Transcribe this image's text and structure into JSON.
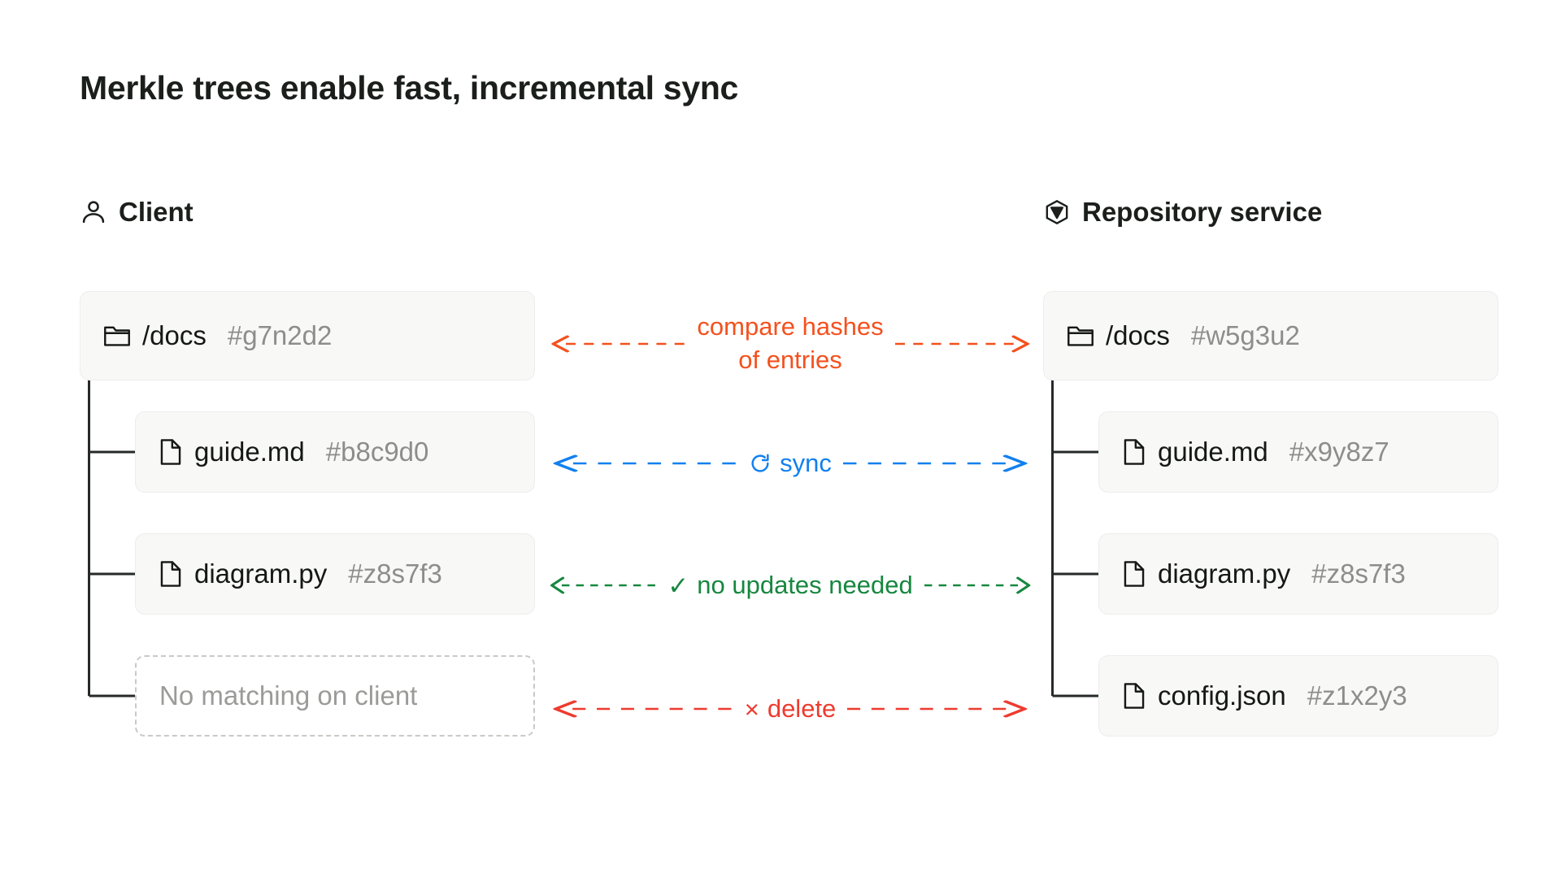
{
  "title": "Merkle trees enable fast, incremental sync",
  "columns": {
    "left": {
      "header": "Client",
      "header_icon": "user-icon",
      "root": {
        "icon": "folder-icon",
        "name": "/docs",
        "hash": "#g7n2d2"
      },
      "children": [
        {
          "icon": "file-icon",
          "name": "guide.md",
          "hash": "#b8c9d0",
          "missing": false
        },
        {
          "icon": "file-icon",
          "name": "diagram.py",
          "hash": "#z8s7f3",
          "missing": false
        },
        {
          "icon": "",
          "name": "No matching on client",
          "hash": "",
          "missing": true
        }
      ]
    },
    "right": {
      "header": "Repository service",
      "header_icon": "package-cube-icon",
      "root": {
        "icon": "folder-icon",
        "name": "/docs",
        "hash": "#w5g3u2"
      },
      "children": [
        {
          "icon": "file-icon",
          "name": "guide.md",
          "hash": "#x9y8z7",
          "missing": false
        },
        {
          "icon": "file-icon",
          "name": "diagram.py",
          "hash": "#z8s7f3",
          "missing": false
        },
        {
          "icon": "file-icon",
          "name": "config.json",
          "hash": "#z1x2y3",
          "missing": false
        }
      ]
    }
  },
  "relations": [
    {
      "id": "compare",
      "label": "compare hashes\nof entries",
      "glyph": "",
      "icon": "",
      "color": "#f4511e",
      "direction": "bidirectional"
    },
    {
      "id": "sync",
      "label": "sync",
      "glyph": "",
      "icon": "refresh-icon",
      "color": "#1180ee",
      "direction": "bidirectional"
    },
    {
      "id": "noop",
      "label": "no updates needed",
      "glyph": "✓",
      "icon": "",
      "color": "#17873f",
      "direction": "bidirectional"
    },
    {
      "id": "delete",
      "label": "delete",
      "glyph": "×",
      "icon": "",
      "color": "#ee3b2f",
      "direction": "bidirectional"
    }
  ],
  "colors": {
    "background": "#ffffff",
    "text": "#151815",
    "hash_text": "#8d8d8b",
    "node_fill": "#f8f8f7",
    "node_border": "#ededec",
    "missing_border": "#c9c9c7",
    "connector": "#26292a",
    "compare": "#f4511e",
    "sync": "#1180ee",
    "noop": "#17873f",
    "delete": "#ee3b2f"
  }
}
